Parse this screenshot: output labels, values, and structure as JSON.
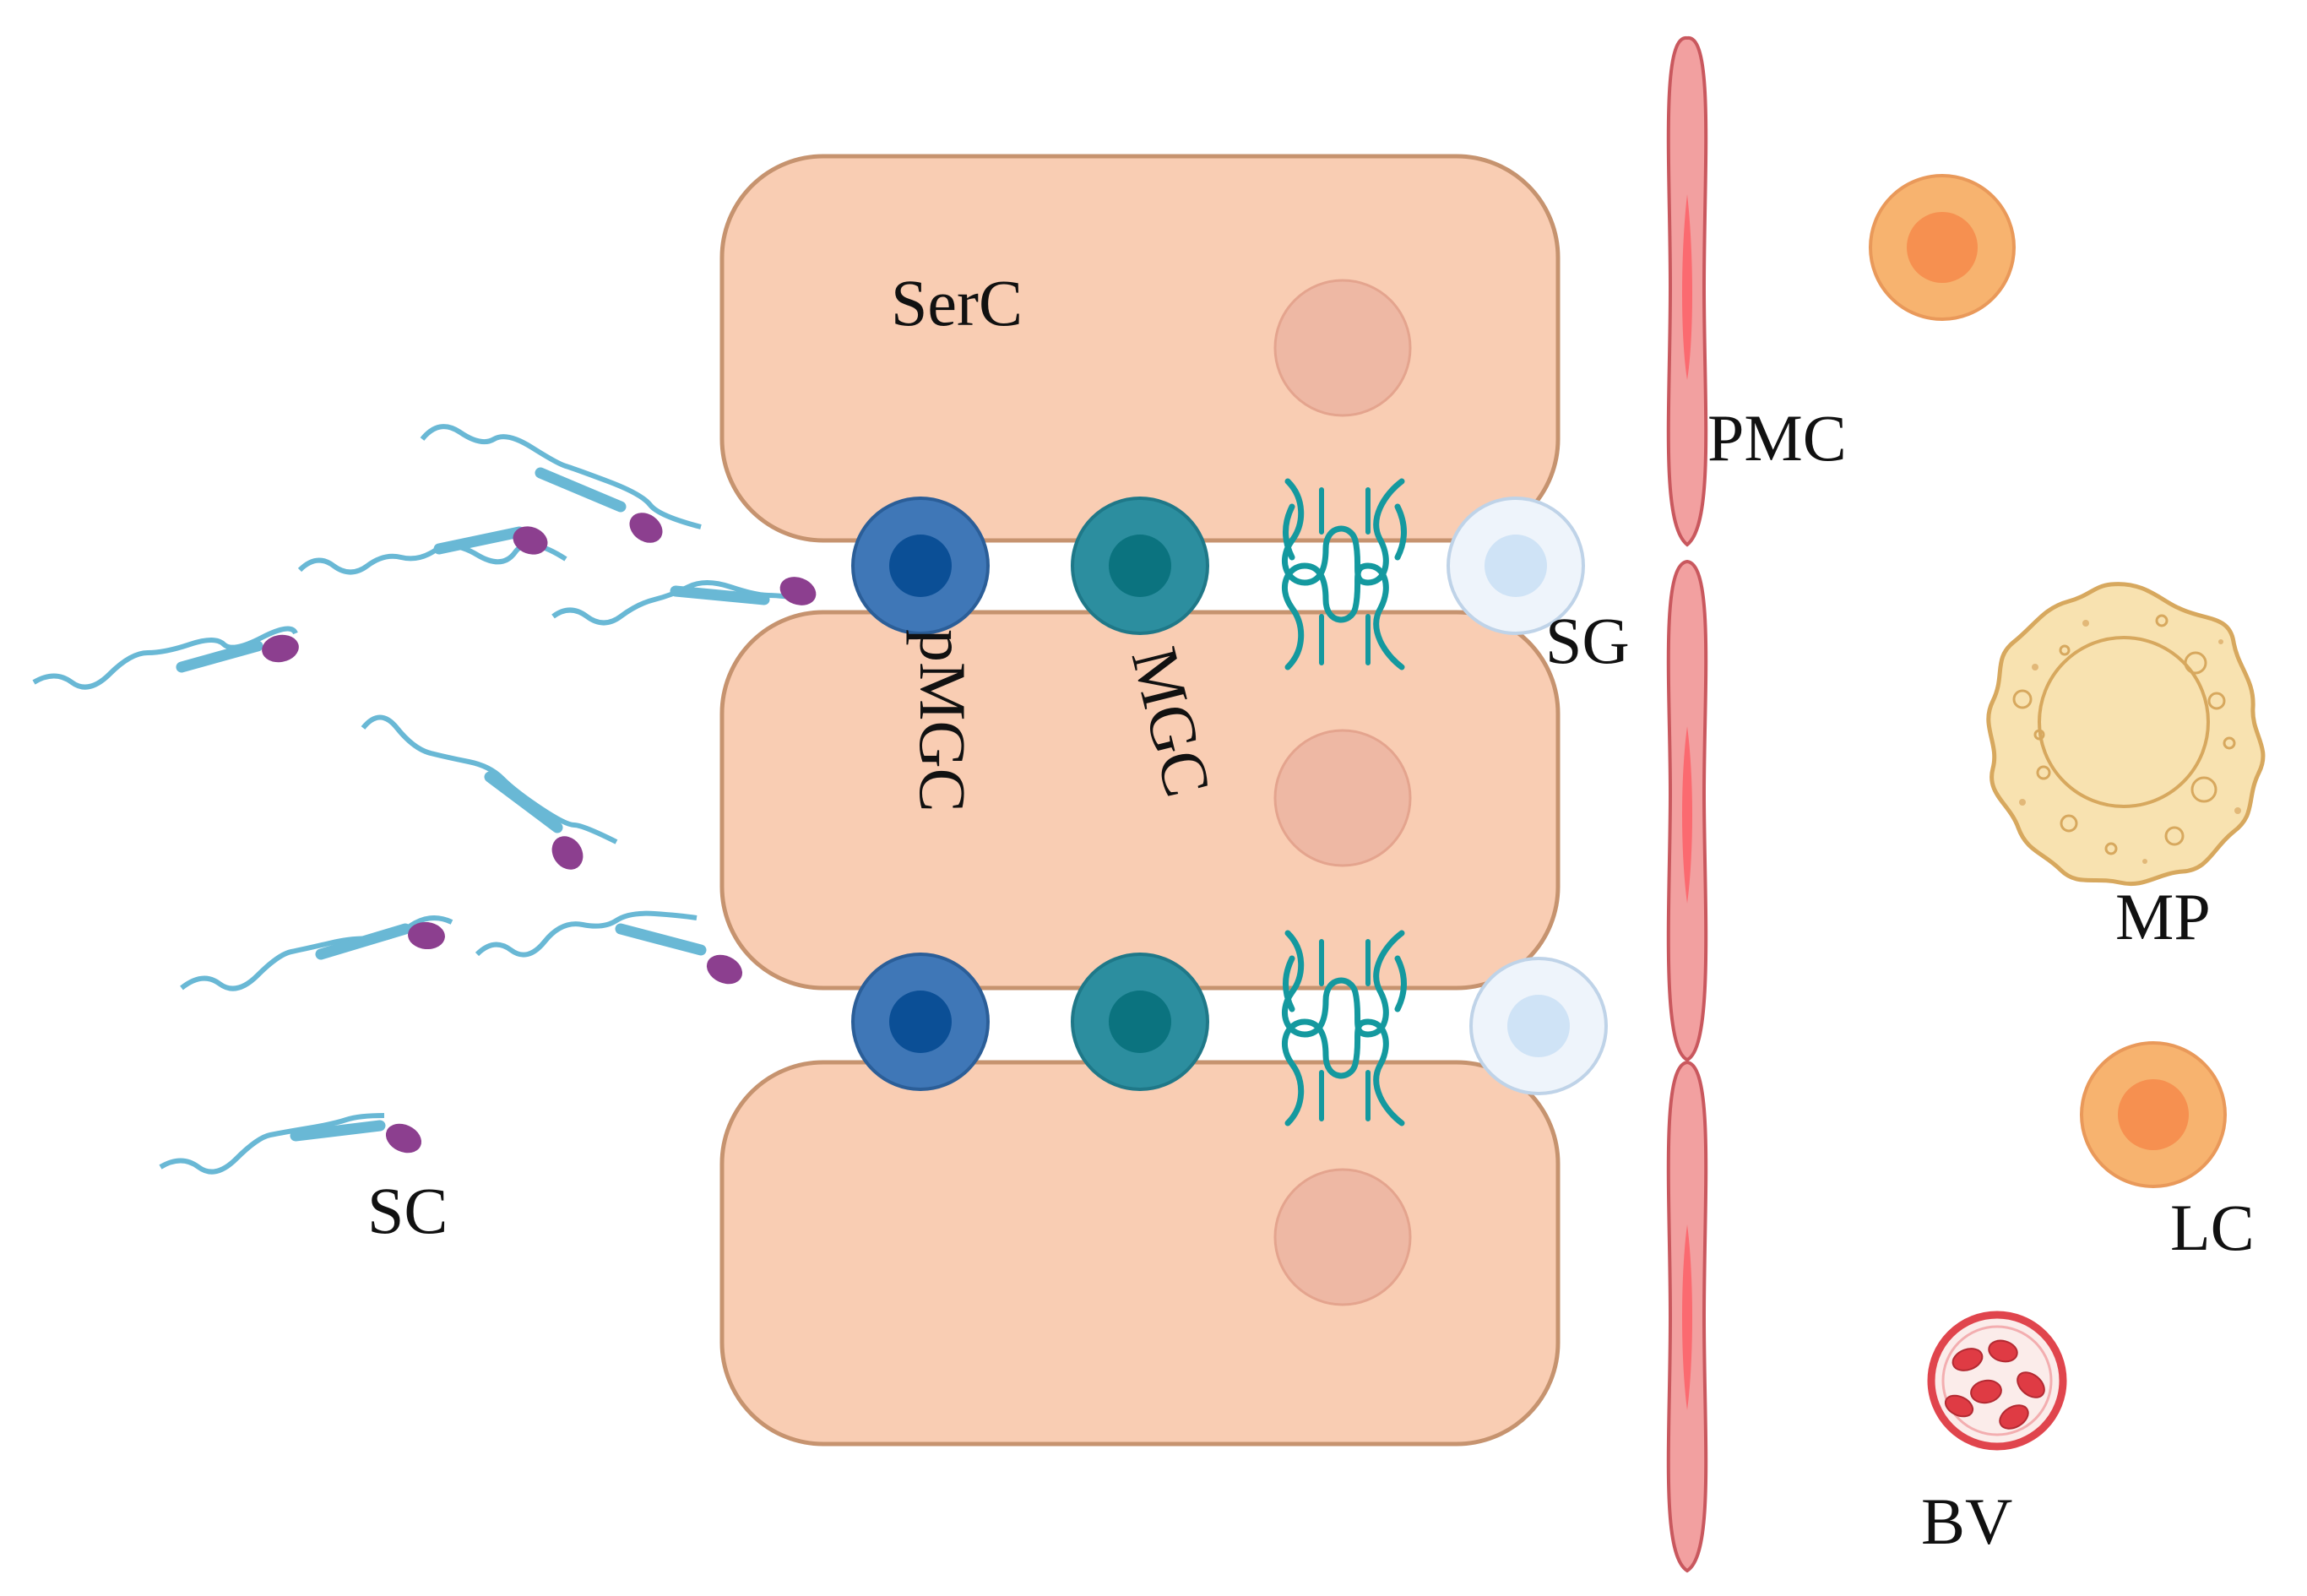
{
  "labels": {
    "serc": "SerC",
    "pmc": "PMC",
    "sg": "SG",
    "pmgc": "pMGC",
    "mgc": "MGC",
    "mp": "MP",
    "lc": "LC",
    "sc": "SC",
    "bv": "BV"
  },
  "colors": {
    "sertoli_fill": "#f9cdb3",
    "sertoli_stroke": "#c6936f",
    "sertoli_nucleus": "#eeb8a4",
    "pmc_fill": "#f2a0a0",
    "pmc_stroke": "#c9585e",
    "pmc_core": "#fb6a70",
    "pmgc_outer": "#3f77b7",
    "pmgc_inner": "#0b4f96",
    "mgc_outer": "#2c8e9f",
    "mgc_inner": "#0b737f",
    "sg_outer": "#eef4fb",
    "sg_inner": "#cfe3f6",
    "junction": "#14999f",
    "leydig_outer": "#f7b36f",
    "leydig_inner": "#f69050",
    "macrophage_fill": "#f8e2b0",
    "macrophage_stroke": "#d7a85e",
    "vessel_ring": "#e0454d",
    "vessel_fill": "#fbecea",
    "rbc": "#df3b44",
    "sperm_head": "#8c3f8f",
    "sperm_tail": "#69b8d5"
  },
  "icons": [
    "sertoli-cell-icon",
    "peritubular-myoid-cell-icon",
    "spermatogonium-icon",
    "tight-junction-icon",
    "spermatozoon-icon",
    "leydig-cell-icon",
    "macrophage-icon",
    "blood-vessel-icon"
  ]
}
